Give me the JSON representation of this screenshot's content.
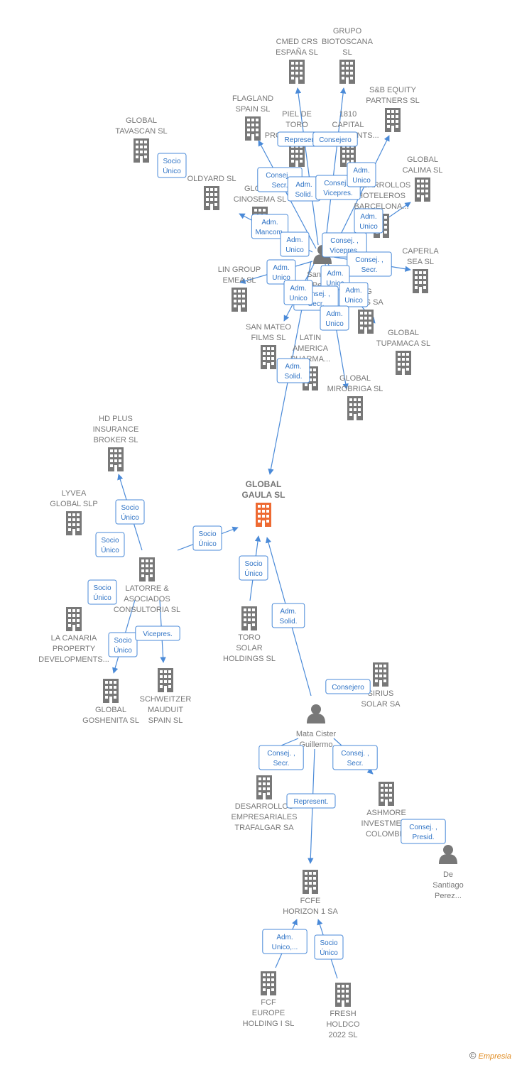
{
  "colors": {
    "node": "#787878",
    "main_node": "#ee6a32",
    "edge": "#4a8ad8",
    "badge_border": "#4a8ad8",
    "badge_text": "#2f73c5",
    "label": "#777777"
  },
  "nodes": [
    {
      "id": "gaula",
      "type": "building",
      "main": true,
      "label": [
        "GLOBAL",
        "GAULA  SL"
      ]
    },
    {
      "id": "cmed",
      "type": "building",
      "label": [
        "CMED CRS",
        "ESPAÑA  SL"
      ]
    },
    {
      "id": "biotoscana",
      "type": "building",
      "label": [
        "GRUPO",
        "BIOTOSCANA",
        "SL"
      ]
    },
    {
      "id": "sbequity",
      "type": "building",
      "label": [
        "S&B EQUITY",
        "PARTNERS  SL"
      ]
    },
    {
      "id": "flagland",
      "type": "building",
      "label": [
        "FLAGLAND",
        "SPAIN SL"
      ]
    },
    {
      "id": "pieldetoro",
      "type": "building",
      "label": [
        "PIEL DE",
        "TORO",
        "PRODUCTIONS..."
      ]
    },
    {
      "id": "capital1810",
      "type": "building",
      "label": [
        "1810",
        "CAPITAL",
        "INVESTMENTS..."
      ]
    },
    {
      "id": "tavascan",
      "type": "building",
      "label": [
        "GLOBAL",
        "TAVASCAN  SL"
      ]
    },
    {
      "id": "oldyard",
      "type": "building",
      "label": [
        "OLDYARD SL"
      ]
    },
    {
      "id": "calima",
      "type": "building",
      "label": [
        "GLOBAL",
        "CALIMA SL"
      ]
    },
    {
      "id": "cinosema",
      "type": "building",
      "label": [
        "GLOBAL",
        "CINOSEMA SL"
      ]
    },
    {
      "id": "hoteleros",
      "type": "building",
      "label": [
        "DESARROLLOS",
        "HOTELEROS",
        "BARCELONA..."
      ]
    },
    {
      "id": "santiago",
      "type": "person",
      "label": [
        "Santiago",
        "Perez",
        "Antonio"
      ]
    },
    {
      "id": "lingroup",
      "type": "building",
      "label": [
        "LIN GROUP",
        "EMEA  SL"
      ]
    },
    {
      "id": "caperla",
      "type": "building",
      "label": [
        "CAPERLA",
        "SEA SL"
      ]
    },
    {
      "id": "nessa",
      "type": "building",
      "label": [
        "...G",
        "...NES SA"
      ]
    },
    {
      "id": "sanmateo",
      "type": "building",
      "label": [
        "SAN MATEO",
        "FILMS SL"
      ]
    },
    {
      "id": "latinamerica",
      "type": "building",
      "label": [
        "LATIN",
        "AMERICA",
        "PHARMA..."
      ]
    },
    {
      "id": "tupamaca",
      "type": "building",
      "label": [
        "GLOBAL",
        "TUPAMACA SL"
      ]
    },
    {
      "id": "mirobriga",
      "type": "building",
      "label": [
        "GLOBAL",
        "MIROBRIGA SL"
      ]
    },
    {
      "id": "hdplus",
      "type": "building",
      "label": [
        "HD PLUS",
        "INSURANCE",
        "BROKER  SL"
      ]
    },
    {
      "id": "lyvea",
      "type": "building",
      "label": [
        "LYVEA",
        "GLOBAL  SLP"
      ]
    },
    {
      "id": "latorre",
      "type": "building",
      "label": [
        "LATORRE &",
        "ASOCIADOS",
        "CONSULTORIA SL"
      ]
    },
    {
      "id": "lacanaria",
      "type": "building",
      "label": [
        "LA CANARIA",
        "PROPERTY",
        "DEVELOPMENTS..."
      ]
    },
    {
      "id": "goshenita",
      "type": "building",
      "label": [
        "GLOBAL",
        "GOSHENITA SL"
      ]
    },
    {
      "id": "schweitzer",
      "type": "building",
      "label": [
        "SCHWEITZER",
        "MAUDUIT",
        "SPAIN SL"
      ]
    },
    {
      "id": "torosolar",
      "type": "building",
      "label": [
        "TORO",
        "SOLAR",
        "HOLDINGS  SL"
      ]
    },
    {
      "id": "sirius",
      "type": "building",
      "label": [
        "SIRIUS",
        "SOLAR SA"
      ]
    },
    {
      "id": "mata",
      "type": "person",
      "label": [
        "Mata Cister",
        "Guillermo"
      ]
    },
    {
      "id": "trafalgar",
      "type": "building",
      "label": [
        "DESARROLLOS",
        "EMPRESARIALES",
        "TRAFALGAR SA"
      ]
    },
    {
      "id": "ashmore",
      "type": "building",
      "label": [
        "ASHMORE",
        "INVESTMENT",
        "COLOMBIA"
      ]
    },
    {
      "id": "desantiago",
      "type": "person",
      "label": [
        "De",
        "Santiago",
        "Perez..."
      ]
    },
    {
      "id": "fcfe",
      "type": "building",
      "label": [
        "FCFE",
        "HORIZON 1 SA"
      ]
    },
    {
      "id": "fcfeurope",
      "type": "building",
      "label": [
        "FCF",
        "EUROPE",
        "HOLDING I  SL"
      ]
    },
    {
      "id": "fresh",
      "type": "building",
      "label": [
        "FRESH",
        "HOLDCO",
        "2022  SL"
      ]
    }
  ],
  "badges": [
    {
      "id": "b1",
      "lines": [
        "Socio",
        "Único"
      ]
    },
    {
      "id": "b2",
      "lines": [
        "Represent."
      ]
    },
    {
      "id": "b3",
      "lines": [
        "Consejero"
      ]
    },
    {
      "id": "b4",
      "lines": [
        "Consej. ,",
        "Secr."
      ]
    },
    {
      "id": "b5",
      "lines": [
        "Adm.",
        "Solid."
      ]
    },
    {
      "id": "b6",
      "lines": [
        "Consej. ,",
        "Vicepres."
      ]
    },
    {
      "id": "b7",
      "lines": [
        "Adm.",
        "Unico"
      ]
    },
    {
      "id": "b8",
      "lines": [
        "Adm.",
        "Unico"
      ]
    },
    {
      "id": "b9",
      "lines": [
        "Adm.",
        "Mancom."
      ]
    },
    {
      "id": "b10",
      "lines": [
        "Adm.",
        "Unico"
      ]
    },
    {
      "id": "b11",
      "lines": [
        "Consej. ,",
        "Vicepres."
      ]
    },
    {
      "id": "b12",
      "lines": [
        "Consej. ,",
        "Secr."
      ]
    },
    {
      "id": "b13",
      "lines": [
        "Adm.",
        "Unico"
      ]
    },
    {
      "id": "b14",
      "lines": [
        "Adm.",
        "Unico"
      ]
    },
    {
      "id": "b15",
      "lines": [
        "Consej. ,",
        "Secr."
      ]
    },
    {
      "id": "b16",
      "lines": [
        "Adm.",
        "Unico"
      ]
    },
    {
      "id": "b17",
      "lines": [
        "Adm.",
        "Unico"
      ]
    },
    {
      "id": "b18",
      "lines": [
        "Adm.",
        "Unico"
      ]
    },
    {
      "id": "b19",
      "lines": [
        "Adm.",
        "Solid."
      ]
    },
    {
      "id": "b20",
      "lines": [
        "Socio",
        "Único"
      ]
    },
    {
      "id": "b21",
      "lines": [
        "Socio",
        "Único"
      ]
    },
    {
      "id": "b22",
      "lines": [
        "Socio",
        "Único"
      ]
    },
    {
      "id": "b23",
      "lines": [
        "Socio",
        "Único"
      ]
    },
    {
      "id": "b24",
      "lines": [
        "Socio",
        "Único"
      ]
    },
    {
      "id": "b25",
      "lines": [
        "Vicepres."
      ]
    },
    {
      "id": "b26",
      "lines": [
        "Socio",
        "Único"
      ]
    },
    {
      "id": "b27",
      "lines": [
        "Adm.",
        "Solid."
      ]
    },
    {
      "id": "b28",
      "lines": [
        "Consejero"
      ]
    },
    {
      "id": "b29",
      "lines": [
        "Consej. ,",
        "Secr."
      ]
    },
    {
      "id": "b30",
      "lines": [
        "Consej. ,",
        "Secr."
      ]
    },
    {
      "id": "b31",
      "lines": [
        "Represent."
      ]
    },
    {
      "id": "b32",
      "lines": [
        "Consej. ,",
        "Presid."
      ]
    },
    {
      "id": "b33",
      "lines": [
        "Adm.",
        "Unico,..."
      ]
    },
    {
      "id": "b34",
      "lines": [
        "Socio",
        "Único"
      ]
    }
  ],
  "edges": [
    {
      "from": "santiago",
      "to": "gaula"
    },
    {
      "from": "santiago",
      "to": "cmed"
    },
    {
      "from": "santiago",
      "to": "biotoscana"
    },
    {
      "from": "santiago",
      "to": "sbequity"
    },
    {
      "from": "santiago",
      "to": "flagland"
    },
    {
      "from": "santiago",
      "to": "calima"
    },
    {
      "from": "santiago",
      "to": "cinosema"
    },
    {
      "from": "santiago",
      "to": "lingroup"
    },
    {
      "from": "santiago",
      "to": "caperla"
    },
    {
      "from": "santiago",
      "to": "sanmateo"
    },
    {
      "from": "santiago",
      "to": "nessa"
    },
    {
      "from": "santiago",
      "to": "mirobriga"
    },
    {
      "from": "latorre",
      "to": "gaula"
    },
    {
      "from": "latorre",
      "to": "hdplus"
    },
    {
      "from": "latorre",
      "to": "goshenita"
    },
    {
      "from": "latorre",
      "to": "schweitzer"
    },
    {
      "from": "torosolar",
      "to": "gaula"
    },
    {
      "from": "mata",
      "to": "gaula"
    },
    {
      "from": "mata",
      "to": "trafalgar"
    },
    {
      "from": "mata",
      "to": "ashmore"
    },
    {
      "from": "mata",
      "to": "fcfe"
    },
    {
      "from": "fcfeurope",
      "to": "fcfe"
    },
    {
      "from": "fresh",
      "to": "fcfe"
    }
  ],
  "footer": {
    "copyright": "©",
    "brand": "Empresia"
  }
}
